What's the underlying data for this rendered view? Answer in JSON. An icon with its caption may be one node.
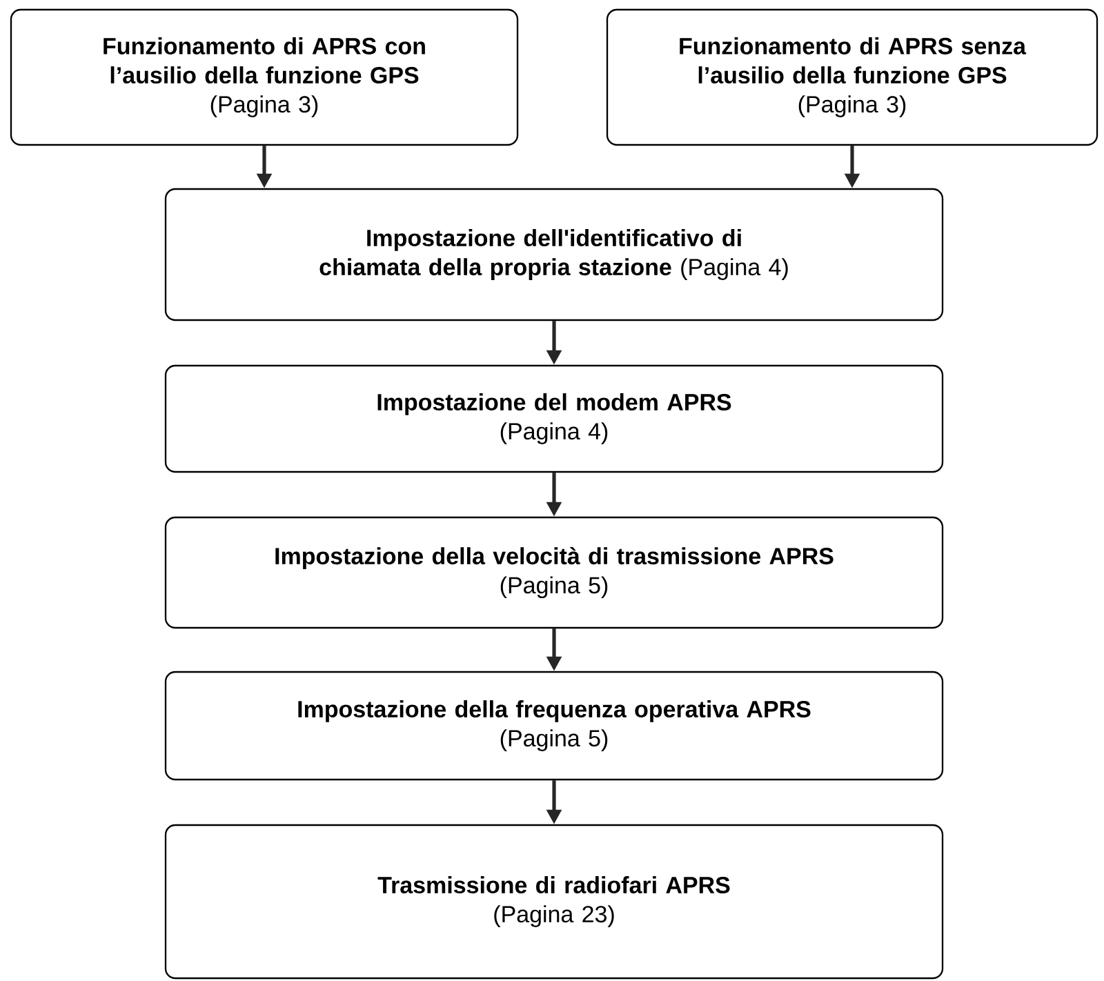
{
  "diagram": {
    "nodes": [
      {
        "text": [
          "Funzionamento di APRS con l’ausilio della funzione GPS",
          "(Pagina 3)"
        ]
      },
      {
        "text": [
          "Funzionamento di APRS senza l’ausilio della funzione GPS",
          "(Pagina 3)"
        ]
      },
      {
        "text": [
          "Impostazione dell'identificativo di chiamata della propria stazione",
          "(Pagina 4)"
        ]
      },
      {
        "text": [
          "Impostazione del modem APRS",
          "(Pagina 4)"
        ]
      },
      {
        "text": [
          "Impostazione della velocità di trasmissione APRS",
          "(Pagina 5)"
        ]
      },
      {
        "text": [
          "Impostazione della frequenza operativa APRS",
          "(Pagina 5)"
        ]
      },
      {
        "text": [
          "Trasmissione di radiofari APRS",
          "(Pagina 23)"
        ]
      }
    ],
    "edges": [
      {
        "from": 0,
        "to": 2,
        "arrow": "to"
      },
      {
        "from": 1,
        "to": 2,
        "arrow": "to"
      },
      {
        "from": 2,
        "to": 3,
        "arrow": "to"
      },
      {
        "from": 3,
        "to": 4,
        "arrow": "to"
      },
      {
        "from": 4,
        "to": 5,
        "arrow": "to"
      },
      {
        "from": 5,
        "to": 6,
        "arrow": "to"
      }
    ]
  }
}
